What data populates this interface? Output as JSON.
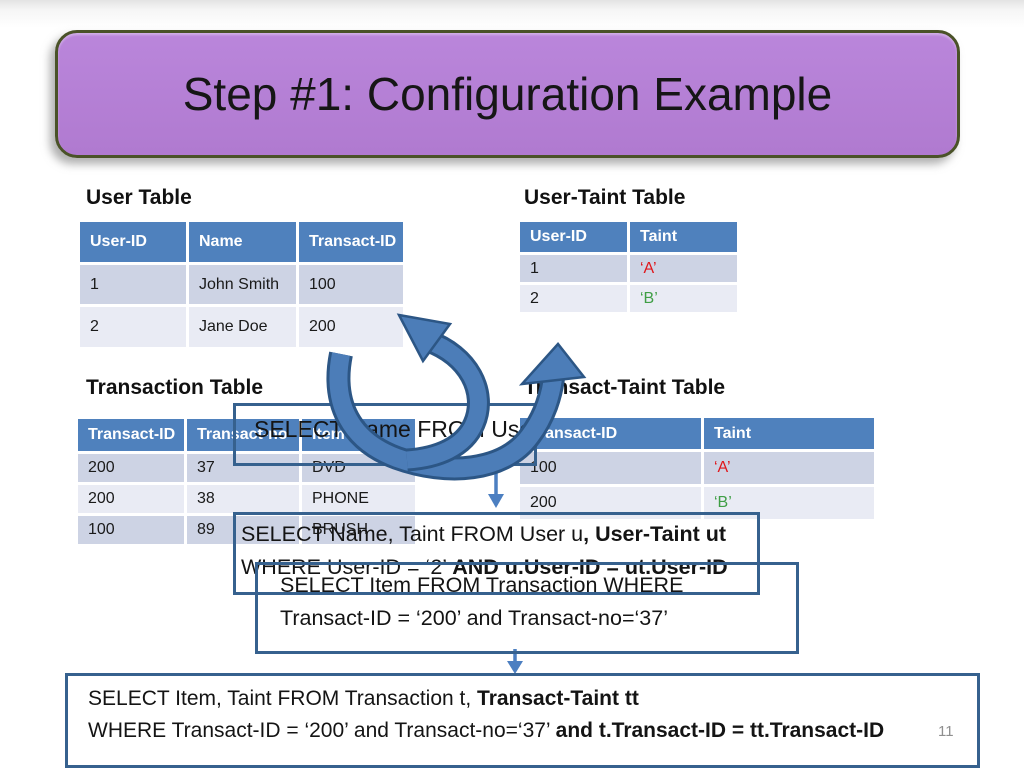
{
  "slide": {
    "title": "Step #1: Configuration Example",
    "page_number": "11"
  },
  "colors": {
    "table_header_blue": "#4f81bd",
    "table_row_dark": "#cdd3e4",
    "table_row_light": "#e9ebf4",
    "taint_red": "#e0161b",
    "taint_green": "#3f9e45",
    "query_box_border": "#36618e",
    "arrow_blue": "#4c7db8",
    "arrow_outline": "#2c5685",
    "title_fill_purple": "#b184d8",
    "title_border_olive": "#4a5228"
  },
  "tables": {
    "user": {
      "title": "User Table",
      "headers": [
        "User-ID",
        "Name",
        "Transact-ID"
      ],
      "rows": [
        [
          "1",
          "John Smith",
          "100"
        ],
        [
          "2",
          "Jane Doe",
          "200"
        ]
      ]
    },
    "user_taint": {
      "title": "User-Taint Table",
      "headers": [
        "User-ID",
        "Taint"
      ],
      "rows": [
        [
          "1",
          {
            "text": "‘A’",
            "color": "#e0161b"
          }
        ],
        [
          "2",
          {
            "text": "‘B’",
            "color": "#3f9e45"
          }
        ]
      ]
    },
    "transaction": {
      "title": "Transaction Table",
      "headers": [
        "Transact-ID",
        "Transact-no",
        "Item"
      ],
      "rows": [
        [
          "200",
          "37",
          "DVD"
        ],
        [
          "200",
          "38",
          "PHONE"
        ],
        [
          "100",
          "89",
          "BRUSH"
        ]
      ]
    },
    "transact_taint": {
      "title": "Transact-Taint Table",
      "headers": [
        "Transact-ID",
        "Taint"
      ],
      "rows": [
        [
          "100",
          {
            "text": "‘A’",
            "color": "#e0161b"
          }
        ],
        [
          "200",
          {
            "text": "‘B’",
            "color": "#3f9e45"
          }
        ]
      ]
    }
  },
  "queries": {
    "q1": {
      "line1": [
        {
          "t": "SELECT Name FROM User",
          "b": false
        }
      ]
    },
    "q2": {
      "line1": [
        {
          "t": "SELECT Name, Taint FROM User u",
          "b": false
        },
        {
          "t": ", User-Taint ut",
          "b": true
        }
      ],
      "line2": [
        {
          "t": "WHERE User-ID = ‘2’ ",
          "b": false
        },
        {
          "t": "AND u.User-ID = ut.User-ID",
          "b": true
        }
      ]
    },
    "q3": {
      "line1": [
        {
          "t": "SELECT Item FROM Transaction WHERE",
          "b": false
        }
      ],
      "line2": [
        {
          "t": "Transact-ID = ‘200’ and Transact-no=‘37’",
          "b": false
        }
      ]
    },
    "q4": {
      "line1": [
        {
          "t": "SELECT Item, Taint FROM Transaction t, ",
          "b": false
        },
        {
          "t": "Transact-Taint tt",
          "b": true
        }
      ],
      "line2": [
        {
          "t": "WHERE  Transact-ID = ‘200’ and Transact-no=‘37’ ",
          "b": false
        },
        {
          "t": "and t.Transact-ID = tt.Transact-ID",
          "b": true
        }
      ]
    }
  }
}
